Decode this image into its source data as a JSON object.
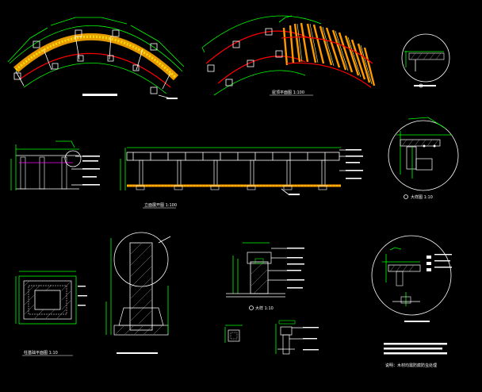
{
  "titles": {
    "plan_left": "",
    "plan_top": "屋顶平面图 1:100",
    "elevation": "立面展开图 1:100",
    "detail_circle_2": "大样图 1:10",
    "detail_circle_bottom_left": "大样 1:10",
    "column_plan": "柱基础平面图 1:10",
    "section_bottom": "",
    "notes_line": "说明：木材均需防腐防虫处理"
  },
  "colors": {
    "background": "#000000",
    "dimension": "#00ff00",
    "beam": "#ff0000",
    "timber": "#ff9900",
    "outline": "#ffffff",
    "column_fill": "#ff00ff"
  }
}
